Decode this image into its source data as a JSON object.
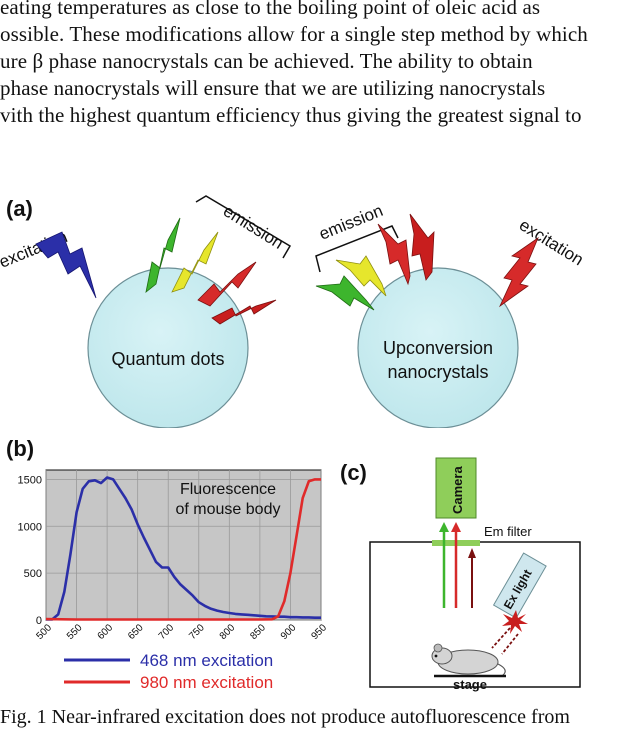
{
  "paragraph": {
    "lines": [
      "eating temperatures as close to the boiling point of oleic acid as",
      "ossible. These modifications allow for a single step method by which",
      "ure β phase nanocrystals can be achieved. The ability to obtain",
      " phase nanocrystals will ensure that we are utilizing nanocrystals",
      "vith the highest quantum efficiency thus giving the greatest signal to"
    ]
  },
  "figure_a": {
    "label": "(a)",
    "left": {
      "excitation": "excitation",
      "emission": "emission",
      "sphere_label": "Quantum dots"
    },
    "right": {
      "excitation": "excitation",
      "emission": "emission",
      "sphere_label_1": "Upconversion",
      "sphere_label_2": "nanocrystals"
    },
    "sphere_color": "#c7ecf0"
  },
  "figure_b": {
    "label": "(b)"
  },
  "figure_c": {
    "label": "(c)",
    "camera": "Camera",
    "em_filter": "Em filter",
    "ex_light": "Ex light",
    "stage": "stage"
  },
  "chart_data": {
    "type": "line",
    "annotation_1": "Fluorescence",
    "annotation_2": "of mouse body",
    "xlim": [
      500,
      950
    ],
    "ylim": [
      0,
      1600
    ],
    "x_ticks": [
      "500",
      "550",
      "600",
      "650",
      "700",
      "750",
      "800",
      "850",
      "900",
      "950"
    ],
    "y_ticks": [
      "0",
      "500",
      "1000",
      "1500"
    ],
    "grid": true,
    "background": "#c6c6c6",
    "series": [
      {
        "name": "468 nm excitation",
        "color": "#2b2fa8",
        "x": [
          500,
          510,
          520,
          530,
          540,
          550,
          560,
          570,
          580,
          590,
          600,
          610,
          620,
          630,
          640,
          650,
          660,
          670,
          680,
          690,
          700,
          710,
          720,
          730,
          740,
          750,
          760,
          770,
          780,
          790,
          800,
          810,
          820,
          830,
          840,
          850,
          860,
          870,
          880,
          890,
          900,
          910,
          920,
          930,
          940,
          950
        ],
        "y": [
          5,
          5,
          60,
          300,
          700,
          1150,
          1400,
          1480,
          1490,
          1460,
          1520,
          1500,
          1400,
          1300,
          1180,
          1020,
          880,
          750,
          620,
          560,
          560,
          460,
          380,
          320,
          260,
          190,
          150,
          120,
          100,
          85,
          75,
          65,
          60,
          55,
          50,
          45,
          40,
          38,
          35,
          35,
          30,
          30,
          28,
          28,
          25,
          25
        ]
      },
      {
        "name": "980 nm excitation",
        "color": "#e02a2a",
        "x": [
          500,
          550,
          600,
          650,
          700,
          750,
          800,
          850,
          870,
          880,
          890,
          900,
          910,
          920,
          930,
          940,
          950
        ],
        "y": [
          10,
          5,
          5,
          5,
          5,
          5,
          5,
          5,
          8,
          40,
          200,
          500,
          900,
          1300,
          1480,
          1500,
          1500
        ]
      }
    ]
  },
  "caption": "Fig. 1   Near-infrared excitation does not produce autofluorescence from"
}
